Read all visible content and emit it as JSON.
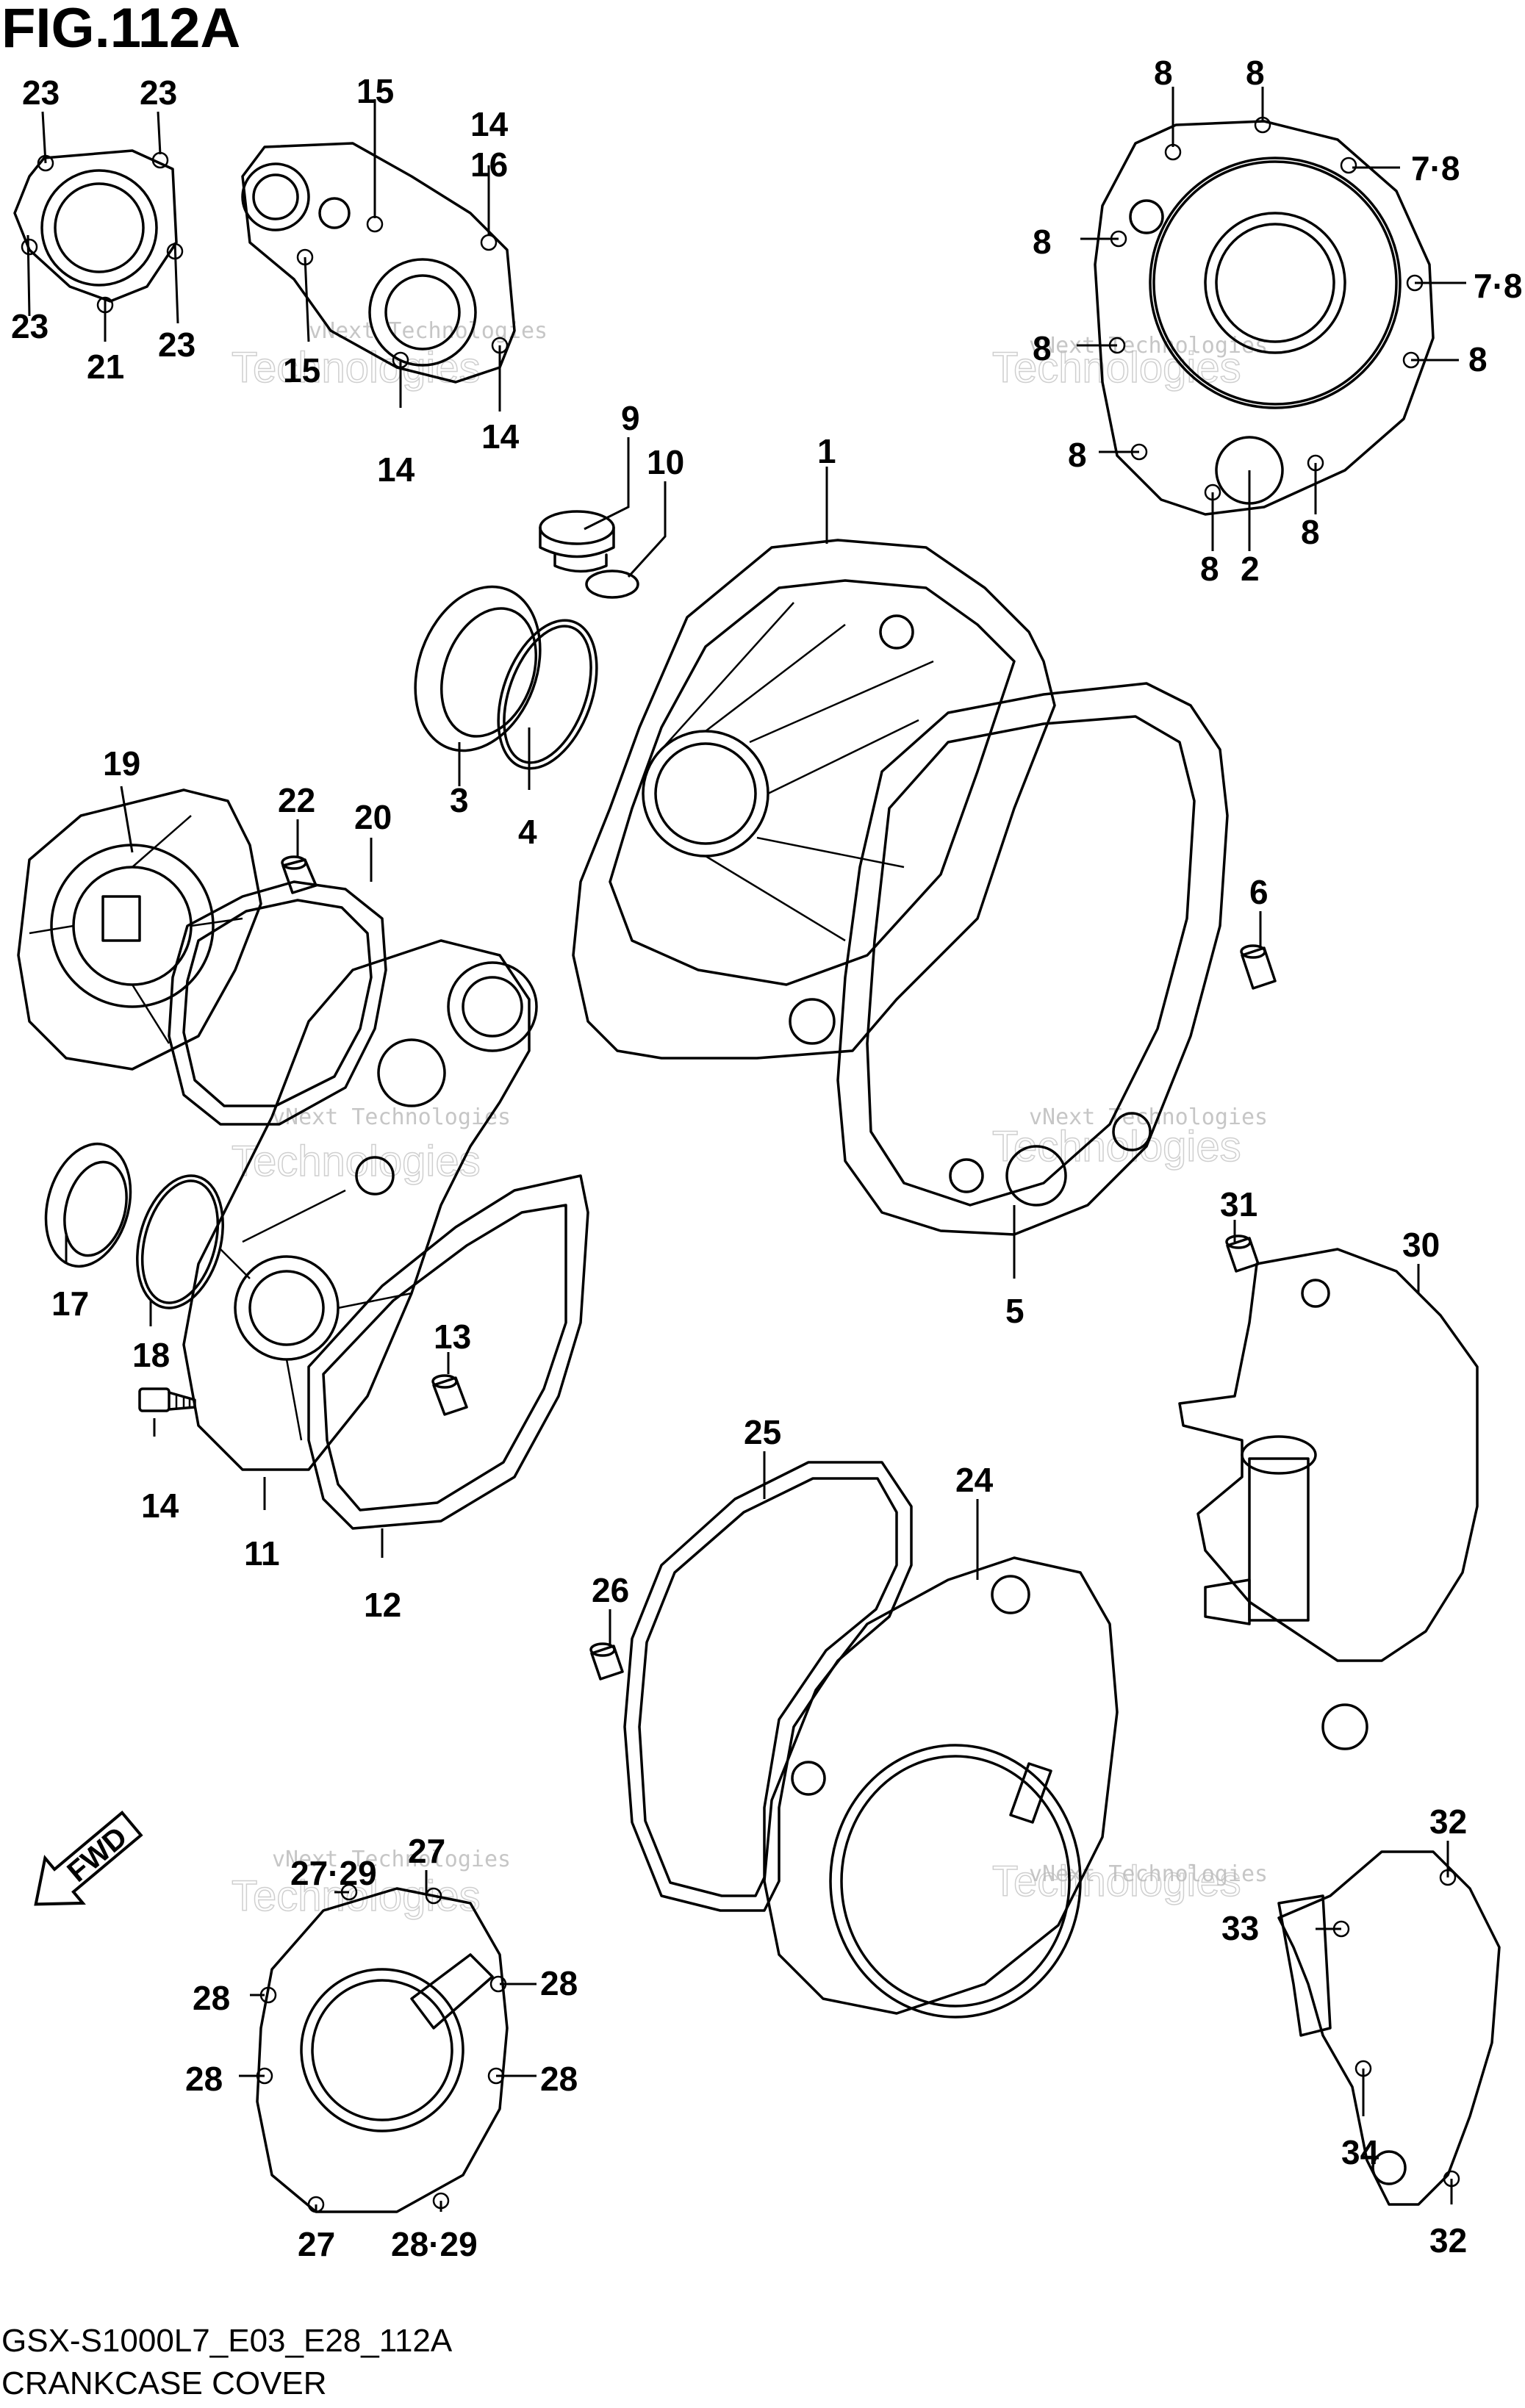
{
  "header": {
    "title": "FIG.112A"
  },
  "footer": {
    "model_code": "GSX-S1000L7_E03_E28_112A",
    "caption": "CRANKCASE COVER"
  },
  "watermark": {
    "text": "vNext Technologies",
    "outline": "Technologies"
  },
  "direction_badge": {
    "text": "FWD"
  },
  "callouts": [
    "23",
    "23",
    "23",
    "23",
    "21",
    "15",
    "15",
    "14",
    "16",
    "14",
    "14",
    "8",
    "8",
    "7·8",
    "8",
    "7·8",
    "8",
    "8",
    "8",
    "8",
    "2",
    "8",
    "9",
    "10",
    "1",
    "3",
    "4",
    "19",
    "22",
    "20",
    "6",
    "17",
    "18",
    "14",
    "11",
    "12",
    "13",
    "5",
    "31",
    "30",
    "25",
    "24",
    "26",
    "27",
    "27·29",
    "28",
    "28",
    "28",
    "28",
    "27",
    "28·29",
    "32",
    "33",
    "34",
    "32"
  ]
}
